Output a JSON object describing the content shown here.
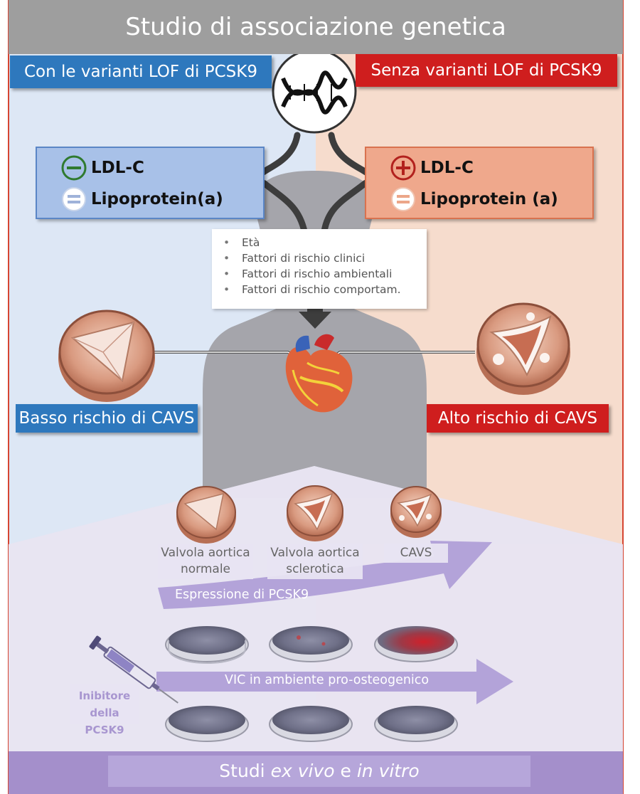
{
  "title": "Studio di associazione genetica",
  "left_group": {
    "label": "Con le varianti LOF di PCSK9",
    "ldl_label": "LDL-C",
    "ldl_effect": "minus",
    "lpa_label": "Lipoprotein(a)",
    "lpa_effect": "equal",
    "risk_label": "Basso rischio di CAVS"
  },
  "right_group": {
    "label": "Senza varianti LOF di PCSK9",
    "ldl_label": "LDL-C",
    "ldl_effect": "plus",
    "lpa_label": "Lipoprotein (a)",
    "lpa_effect": "equal",
    "risk_label": "Alto rischio di CAVS"
  },
  "risk_factors": [
    "Età",
    "Fattori di rischio clinici",
    "Fattori di rischio ambientali",
    "Fattori di rischio comportam."
  ],
  "valve_stages": [
    {
      "label_line1": "Valvola aortica",
      "label_line2": "normale"
    },
    {
      "label_line1": "Valvola aortica",
      "label_line2": "sclerotica"
    },
    {
      "label_line1": "CAVS",
      "label_line2": ""
    }
  ],
  "expression_arrow_label": "Espressione di PCSK9",
  "vic_arrow_label": "VIC in ambiente pro-osteogenico",
  "inhibitor_label_line1": "Inibitore",
  "inhibitor_label_line2": "della PCSK9",
  "footer": {
    "prefix": "Studi ",
    "em1": "ex vivo",
    "middle": " e ",
    "em2": "in vitro"
  },
  "colors": {
    "blue_tag": "#2e78bd",
    "red_tag": "#cf1e1e",
    "blue_panel": "#dde7f5",
    "peach_panel": "#f6dccd",
    "lavender": "#e8e4f2",
    "arrow_purple": "#b3a3d9",
    "footer_purple": "#a48fcb"
  },
  "icons": [
    "dna-helix-icon",
    "minus-circle-icon",
    "plus-circle-icon",
    "equal-circle-icon",
    "heart-icon",
    "aortic-valve-icon",
    "petri-dish-icon",
    "syringe-icon",
    "body-silhouette"
  ]
}
